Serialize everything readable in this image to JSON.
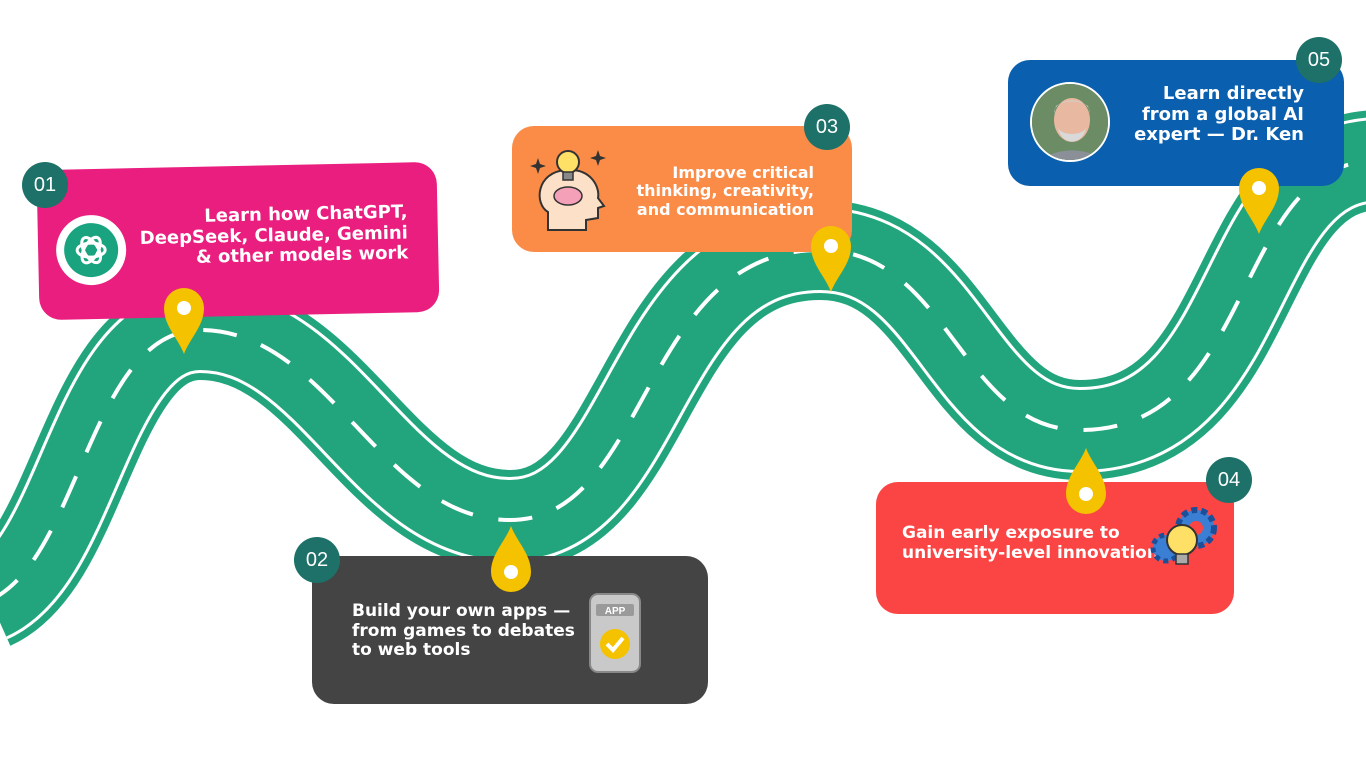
{
  "colors": {
    "road": "#22a57d",
    "card1": "#e91e7e",
    "card2": "#444444",
    "card3": "#fb8c48",
    "card4": "#fb4444",
    "card5": "#0a5faf",
    "badge": "#1d7168",
    "pin": "#f5c200"
  },
  "steps": [
    {
      "number": "01",
      "text": "Learn how ChatGPT, DeepSeek, Claude, Gemini & other models work",
      "icon": "chatgpt-logo-icon"
    },
    {
      "number": "02",
      "text": "Build your own apps — from games to debates to web tools",
      "icon": "app-phone-icon"
    },
    {
      "number": "03",
      "text": "Improve critical thinking, creativity, and communication",
      "icon": "idea-head-icon"
    },
    {
      "number": "04",
      "text": "Gain early exposure to university-level innovation",
      "icon": "gear-bulb-icon"
    },
    {
      "number": "05",
      "text": "Learn directly from a global AI expert — Dr. Ken",
      "icon": "expert-photo"
    }
  ]
}
